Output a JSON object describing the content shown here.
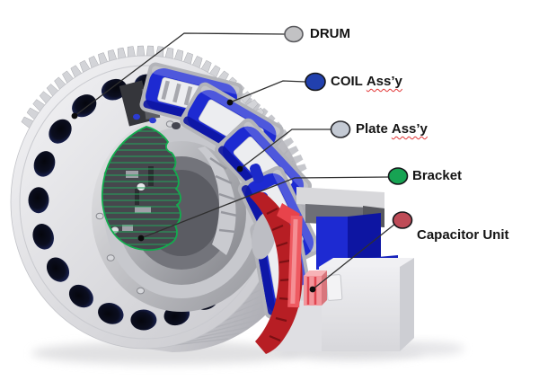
{
  "callouts": [
    {
      "text": "DRUM",
      "underlined": "",
      "marker_color": "#C2C2C4",
      "marker_stroke": "#5A5A5E"
    },
    {
      "text": "COIL",
      "underlined": "Ass’y",
      "marker_color": "#2140AE",
      "marker_stroke": "#16171B"
    },
    {
      "text": "Plate",
      "underlined": "Ass’y",
      "marker_color": "#C4CAD4",
      "marker_stroke": "#2B2B2F"
    },
    {
      "text": "Bracket",
      "underlined": "",
      "marker_color": "#17A353",
      "marker_stroke": "#16171B"
    },
    {
      "text": "Capacitor Unit",
      "underlined": "",
      "marker_color": "#BE4B57",
      "marker_stroke": "#16171B"
    }
  ],
  "palette": {
    "background": "#FFFFFF",
    "drum_gray": "#D6D6DA",
    "coil_blue": "#1D2AD2",
    "coil_blue_dark": "#0D15A2",
    "plate_white": "#ECEDF0",
    "section_green": "#12AD4E",
    "section_hatch_green": "#21A65A",
    "cut_red": "#B71E24",
    "cut_red_dark": "#7C1014",
    "capacitor_pink": "#F2959B",
    "leader_line": "#2F2F2F"
  }
}
